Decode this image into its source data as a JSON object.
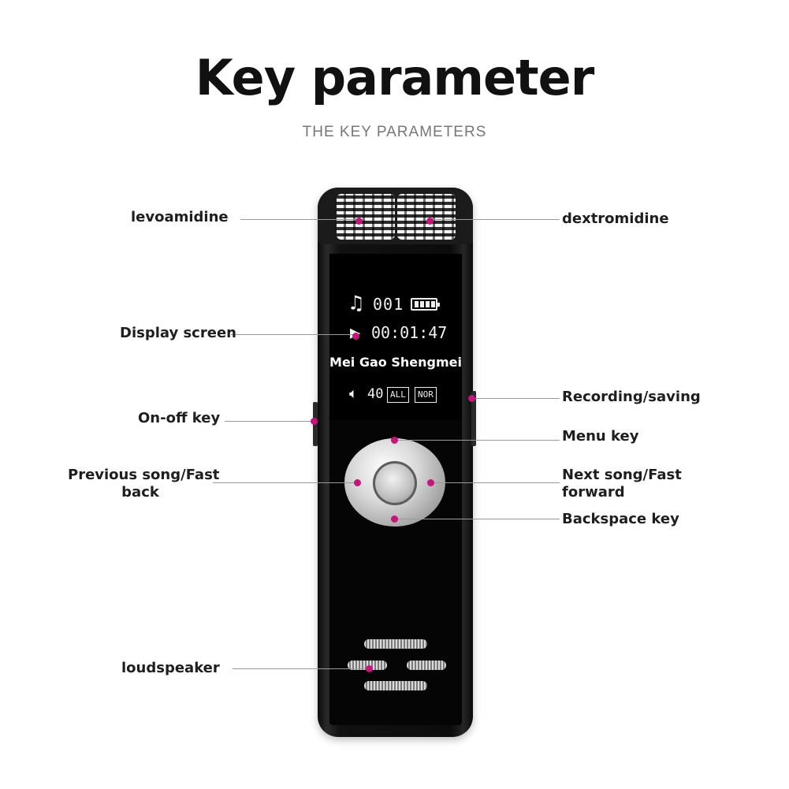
{
  "title": "Key parameter",
  "subtitle": "THE KEY PARAMETERS",
  "screen": {
    "track_code": "001",
    "time": "00:01:47",
    "song": "Mei Gao Shengmei",
    "volume": "40",
    "mode_all": "ALL",
    "mode_nor": "NOR"
  },
  "labels": {
    "levoamidine": "levoamidine",
    "dextromidine": "dextromidine",
    "display_screen": "Display screen",
    "recording_saving": "Recording/saving",
    "on_off_key": "On-off key",
    "menu_key": "Menu key",
    "previous_song_line1": "Previous song/Fast",
    "previous_song_line2": "back",
    "next_song_line1": "Next song/Fast",
    "next_song_line2": "forward",
    "backspace_key": "Backspace key",
    "loudspeaker": "loudspeaker"
  },
  "icons": {
    "music": "music-note-icon",
    "battery": "battery-icon",
    "play": "play-icon",
    "volume": "volume-icon"
  },
  "colors": {
    "marker": "#c2167c",
    "device": "#0c0c0c",
    "screen_text": "#f2f2f2"
  }
}
